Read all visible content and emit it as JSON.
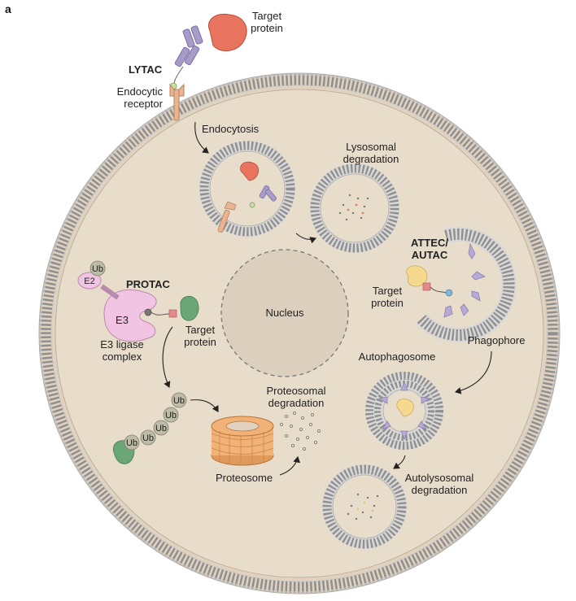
{
  "panel_letter": "a",
  "labels": {
    "target_protein_top_1": "Target",
    "target_protein_top_2": "protein",
    "lytac": "LYTAC",
    "endocytic_receptor_1": "Endocytic",
    "endocytic_receptor_2": "receptor",
    "endocytosis": "Endocytosis",
    "lysosomal_degradation_1": "Lysosomal",
    "lysosomal_degradation_2": "degradation",
    "attec_1": "ATTEC/",
    "attec_2": "AUTAC",
    "target_protein_right_1": "Target",
    "target_protein_right_2": "protein",
    "nucleus": "Nucleus",
    "protac": "PROTAC",
    "e2": "E2",
    "e3": "E3",
    "ub": "Ub",
    "e3_complex_1": "E3 ligase",
    "e3_complex_2": "complex",
    "target_protein_left_1": "Target",
    "target_protein_left_2": "protein",
    "phagophore": "Phagophore",
    "autophagosome": "Autophagosome",
    "proteosomal_degradation_1": "Proteosomal",
    "proteosomal_degradation_2": "degradation",
    "proteosome": "Proteosome",
    "autolysosomal_degradation_1": "Autolysosomal",
    "autolysosomal_degradation_2": "degradation"
  },
  "colors": {
    "cytoplasm": "#e8dccb",
    "membrane_head": "#ffffff",
    "membrane_stroke": "#8c8c8c",
    "nucleus_fill": "#dccfbe",
    "target_protein_red": "#e8735e",
    "target_protein_green": "#6aa676",
    "target_protein_yellow": "#f5d98c",
    "lytac_purple": "#a79bc9",
    "receptor_orange": "#e9b48f",
    "e3_pink": "#f2c4e4",
    "ub_gray": "#bdbca7",
    "proteasome_orange": "#f2b277",
    "linker_red": "#e08a8a",
    "linker_blue": "#7fb6d8"
  }
}
